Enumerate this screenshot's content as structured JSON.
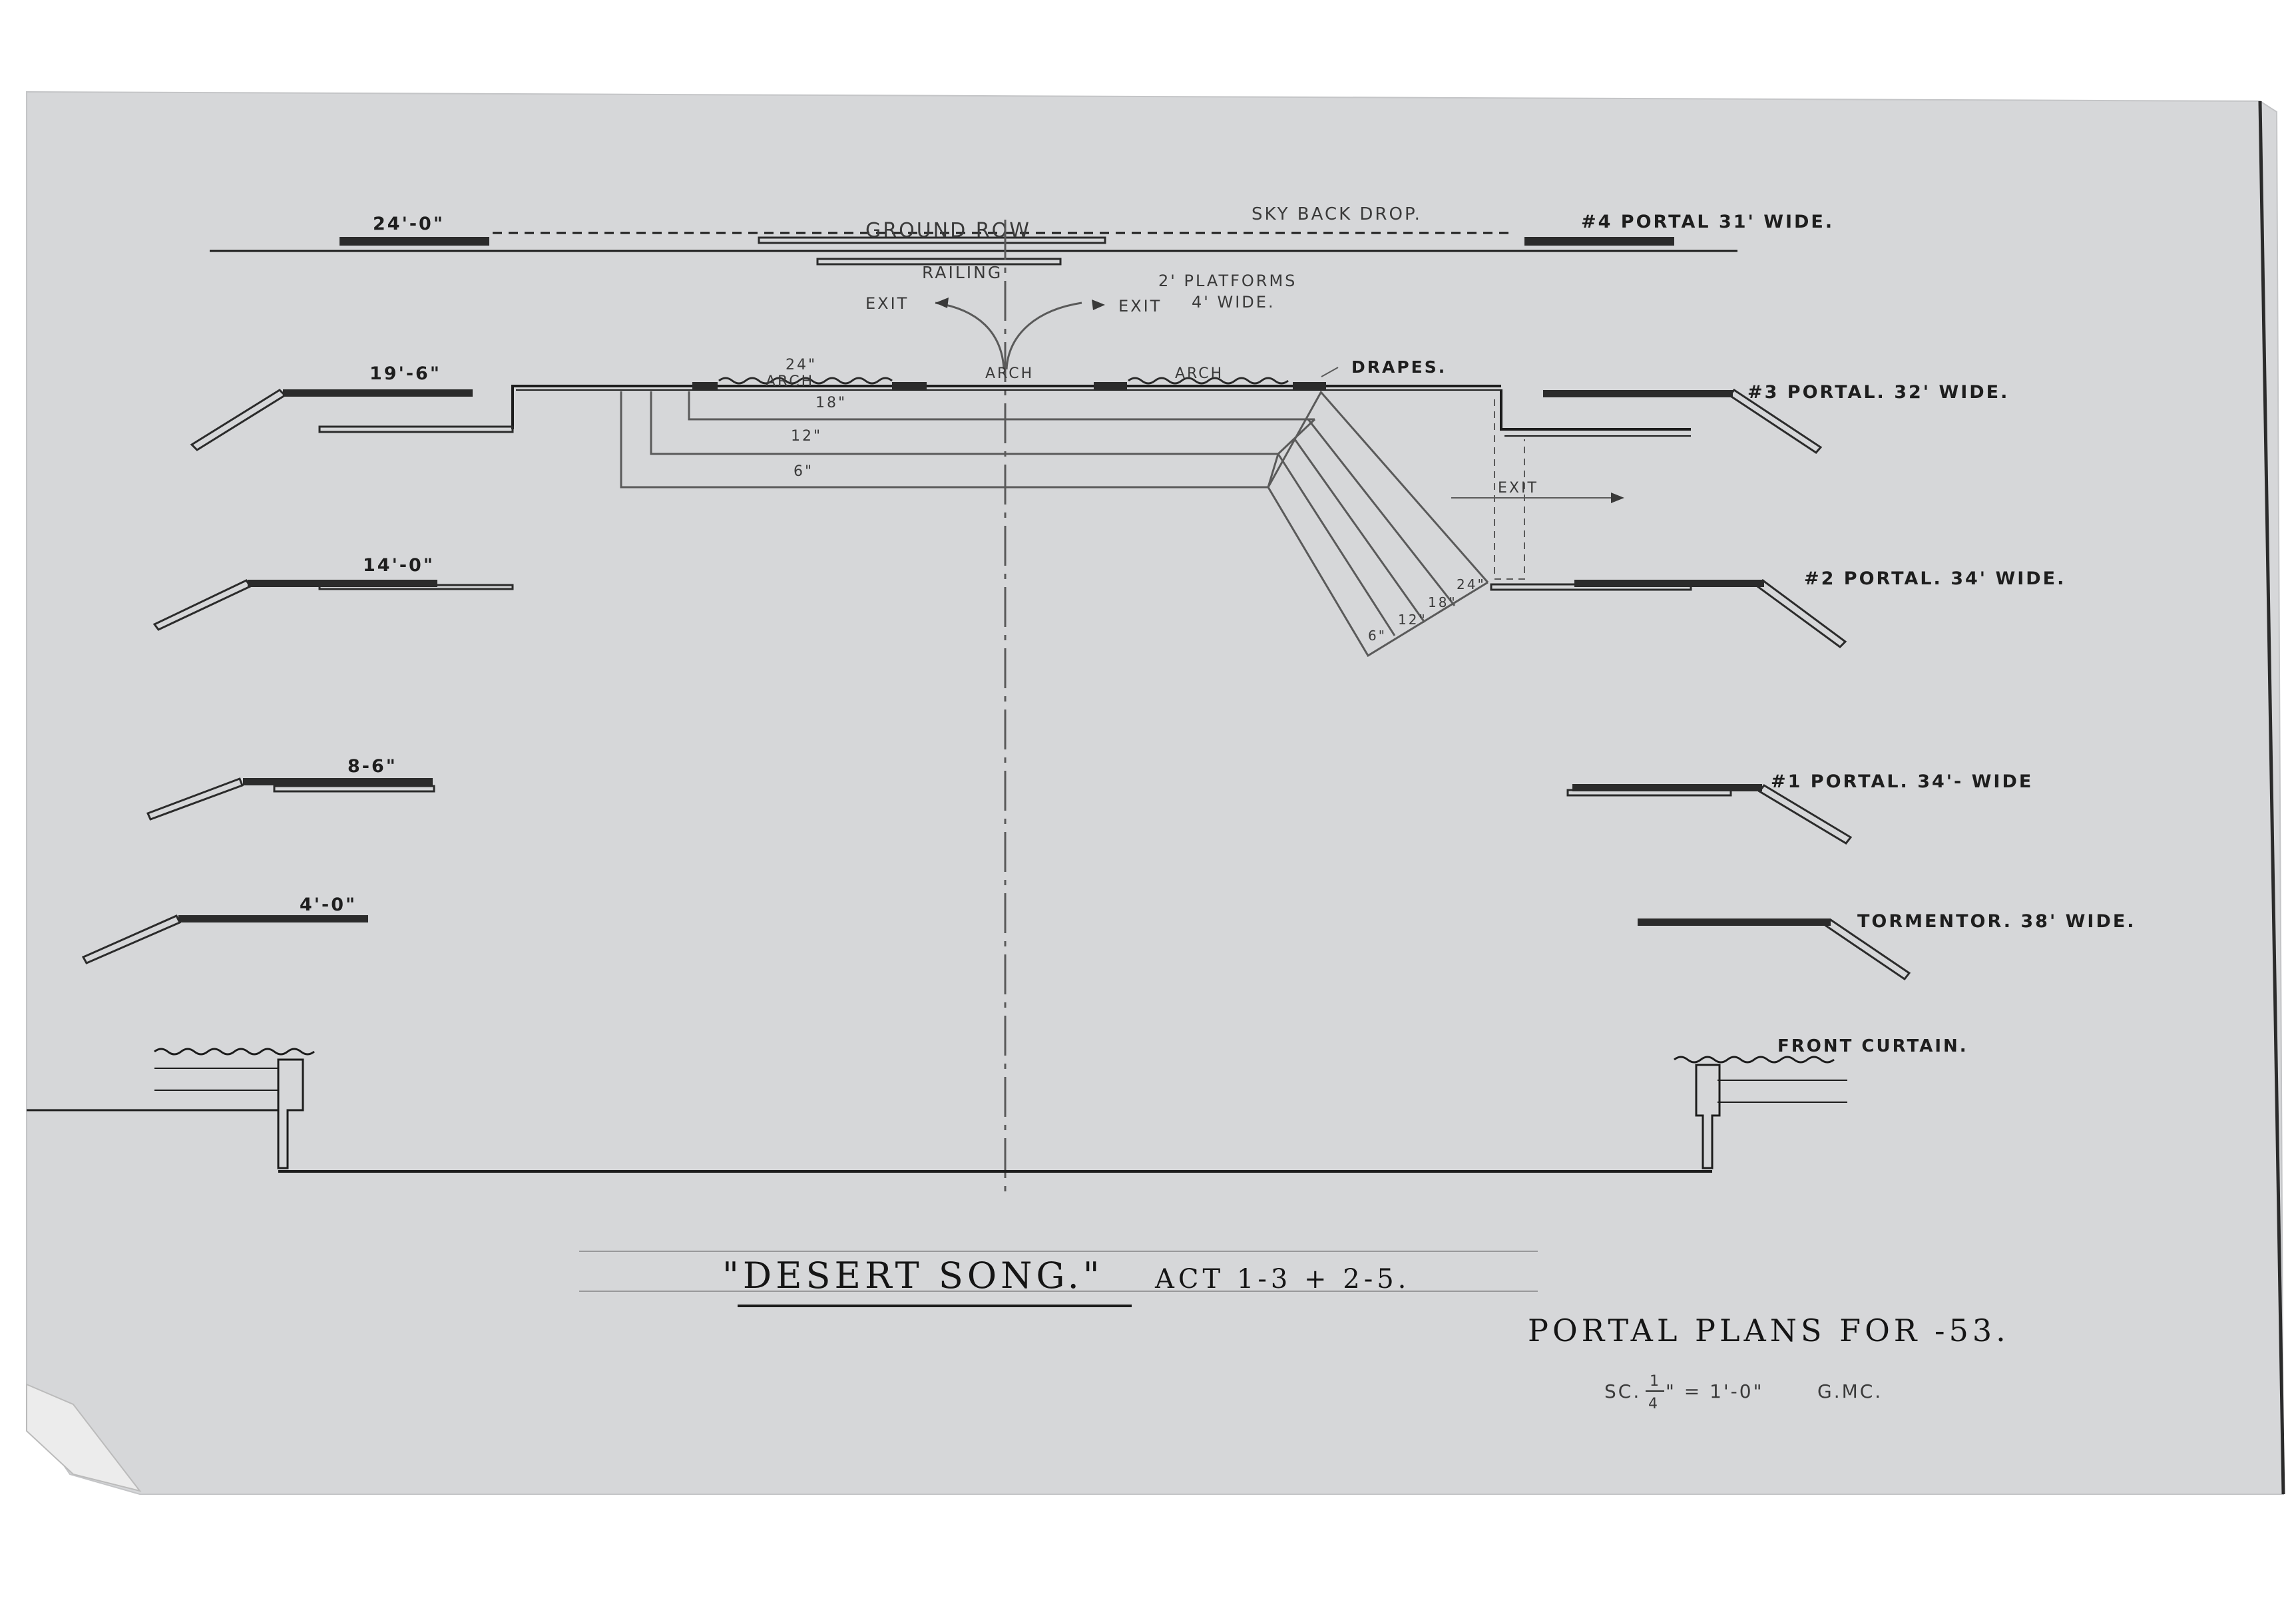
{
  "header": {
    "sky_back_drop": "SKY BACK DROP.",
    "ground_row": "GROUND ROW",
    "ground_row_width": "24'-0\"",
    "railing": "RAILING",
    "platforms_line1": "2' PLATFORMS",
    "platforms_line2": "4' WIDE."
  },
  "center": {
    "exit_left": "EXIT",
    "exit_right": "EXIT",
    "arch_center": "ARCH",
    "arch_left_size": "24\"",
    "arch_left": "ARCH",
    "arch_right": "ARCH",
    "drapes": "DRAPES.",
    "step_18": "18\"",
    "step_12": "12\"",
    "step_6": "6\"",
    "exit_side": "EXIT",
    "diag_6": "6\"",
    "diag_12": "12\"",
    "diag_18": "18\"",
    "diag_24": "24\""
  },
  "left_dimensions": [
    "19'-6\"",
    "14'-0\"",
    "8-6\"",
    "4'-0\""
  ],
  "right_portals": [
    "#4 PORTAL   31' WIDE.",
    "#3 PORTAL. 32' WIDE.",
    "#2 PORTAL. 34' WIDE.",
    "#1 PORTAL.  34'- WIDE",
    "TORMENTOR. 38' WIDE."
  ],
  "front_curtain": "FRONT CURTAIN.",
  "title_block": {
    "title": "\"DESERT SONG.\"",
    "act": "ACT 1-3 + 2-5.",
    "plans": "PORTAL PLANS FOR -53.",
    "scale_prefix": "SC.",
    "scale_num": "1",
    "scale_den": "4",
    "scale_suffix": "\" = 1'-0\"",
    "initials": "G.MC."
  },
  "colors": {
    "paper": "#d6d7d9",
    "ink": "#1c1c1c",
    "pencil": "#5a5a5a"
  }
}
